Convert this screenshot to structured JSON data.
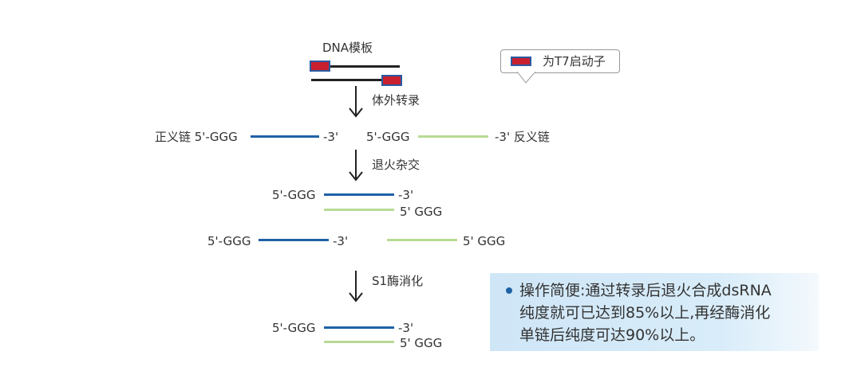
{
  "template_label": "DNA模板",
  "legend_label": "为T7启动子",
  "step1": "体外转录",
  "step2": "退火杂交",
  "step3": "S1酶消化",
  "sense_label": "正义链 5'-GGG",
  "antisense_label": "-3' 反义链",
  "five_prime": "5'-GGG",
  "three_prime": "-3'",
  "five_prime_ggg": "5' GGG",
  "note_lines": [
    "操作简便:通过转录后退火合成dsRNA",
    "纯度就可已达到85%以上,再经酶消化",
    "单链后纯度可达90%以上。"
  ],
  "colors": {
    "sense": "#1f62a6",
    "antisense": "#b8da95",
    "promoter": "#c8202f"
  }
}
